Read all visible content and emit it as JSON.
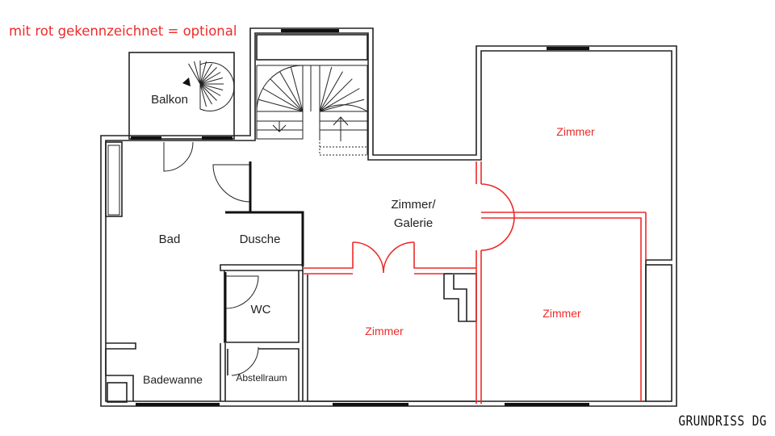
{
  "legend": "mit rot gekennzeichnet = optional",
  "title": "GRUNDRISS DG",
  "rooms": {
    "balkon": "Balkon",
    "galerie_line1": "Zimmer/",
    "galerie_line2": "Galerie",
    "bad": "Bad",
    "dusche": "Dusche",
    "wc": "WC",
    "abstellraum": "Abstellraum",
    "badewanne": "Badewanne",
    "zimmer_center": "Zimmer",
    "zimmer_right_top": "Zimmer",
    "zimmer_right_bottom": "Zimmer"
  },
  "colors": {
    "optional": "#ee2a2a",
    "wall": "#222222"
  }
}
